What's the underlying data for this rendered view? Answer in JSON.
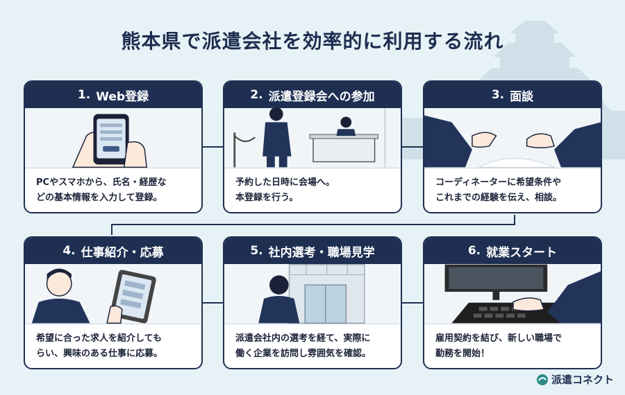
{
  "title": "熊本県で派遣会社を効率的に利用する流れ",
  "steps": [
    {
      "num": "1.",
      "label": "Web登録",
      "text": [
        "PCやスマホから、氏名・経歴な",
        "どの基本情報を入力して登録。"
      ]
    },
    {
      "num": "2.",
      "label": "派遣登録会への参加",
      "text": [
        "予約した日時に会場へ。",
        "本登録を行う。"
      ]
    },
    {
      "num": "3.",
      "label": "面談",
      "text": [
        "コーディネーターに希望条件や",
        "これまでの経験を伝え、相談。"
      ]
    },
    {
      "num": "4.",
      "label": "仕事紹介・応募",
      "text": [
        "希望に合った求人を紹介しても",
        "らい、興味のある仕事に応募。"
      ]
    },
    {
      "num": "5.",
      "label": "社内選考・職場見学",
      "text": [
        "派遣会社内の選考を経て、実際に",
        "働く企業を訪問し雰囲気を確認。"
      ]
    },
    {
      "num": "6.",
      "label": "就業スタート",
      "text": [
        "雇用契約を結び、新しい職場で",
        "勤務を開始！"
      ]
    }
  ],
  "logo": {
    "text": "派遣コネクト"
  },
  "colors": {
    "navy": "#1e2f52",
    "background": "#e7f2f6",
    "card": "#ffffff"
  }
}
